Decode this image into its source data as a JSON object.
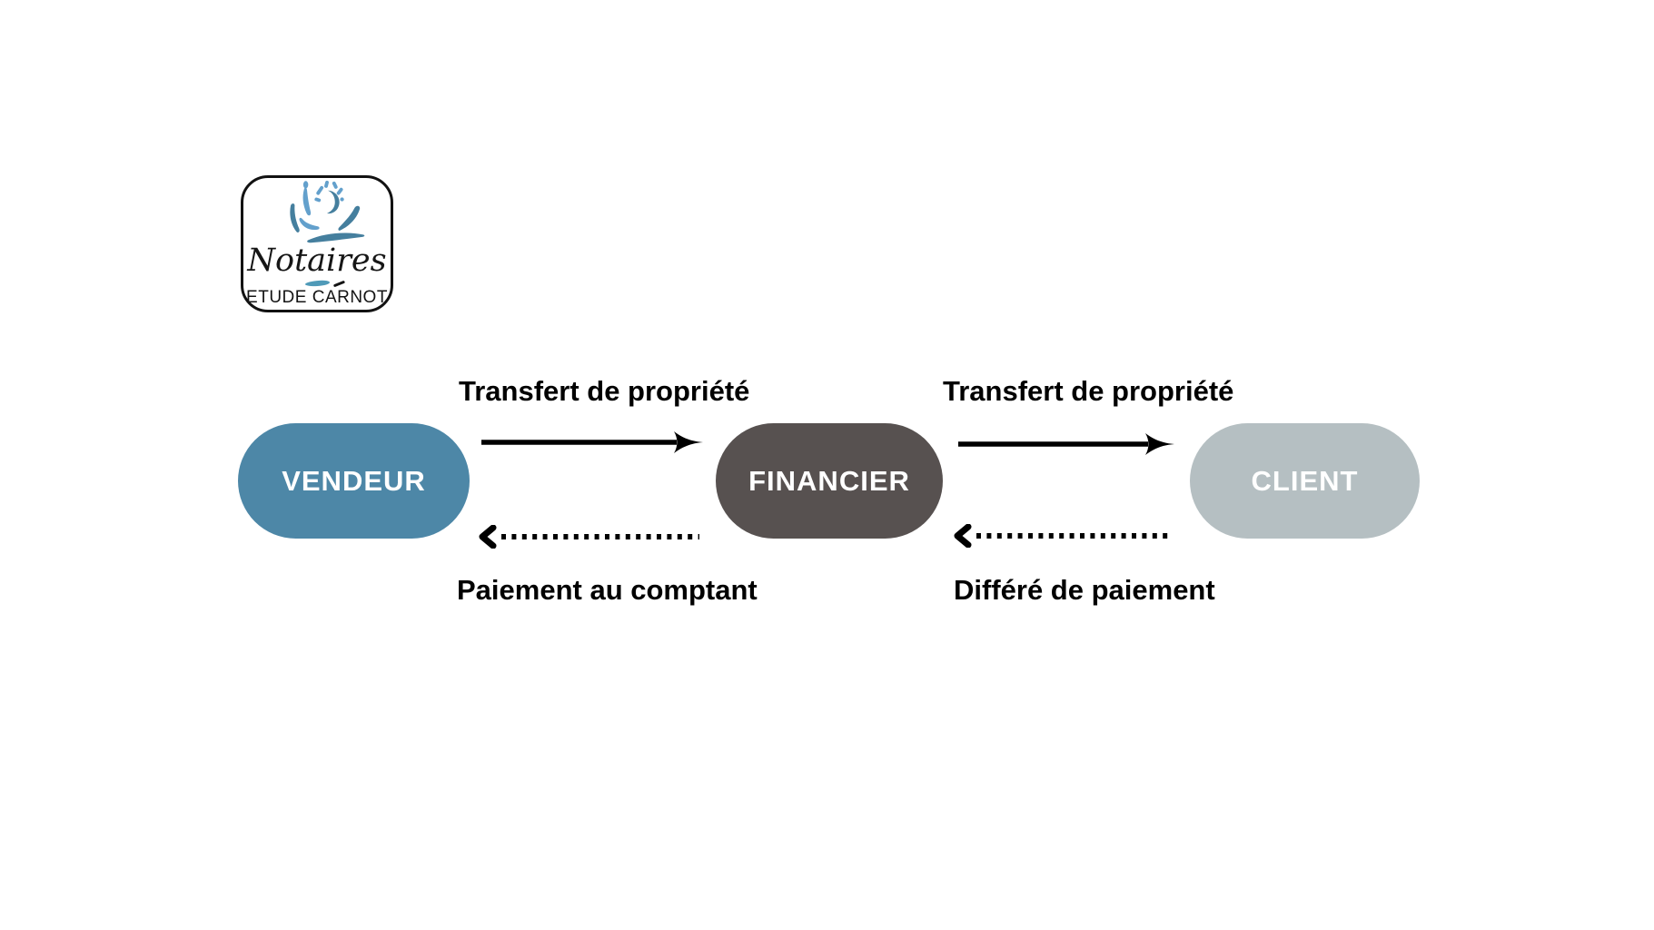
{
  "canvas": {
    "background": "#ffffff"
  },
  "logo": {
    "title": "Notaires",
    "subtitle": "ETUDE CARNOT",
    "colors": {
      "border": "#121212",
      "figure_blue_light": "#63a0cc",
      "figure_blue_dark": "#457f9e",
      "dash_teal": "#4f9ab8",
      "text": "#141414"
    }
  },
  "diagram": {
    "nodes": [
      {
        "id": "vendeur",
        "label": "VENDEUR",
        "color": "#4d87a7",
        "text_color": "#ffffff"
      },
      {
        "id": "financier",
        "label": "FINANCIER",
        "color": "#575150",
        "text_color": "#ffffff"
      },
      {
        "id": "client",
        "label": "CLIENT",
        "color": "#b5bfc2",
        "text_color": "#ffffff"
      }
    ],
    "edges": [
      {
        "from": "VENDEUR",
        "to": "FINANCIER",
        "label": "Transfert de propriété",
        "style": "solid",
        "direction": "right"
      },
      {
        "from": "FINANCIER",
        "to": "VENDEUR",
        "label": "Paiement au comptant",
        "style": "dotted",
        "direction": "left"
      },
      {
        "from": "FINANCIER",
        "to": "CLIENT",
        "label": "Transfert de propriété",
        "style": "solid",
        "direction": "right"
      },
      {
        "from": "CLIENT",
        "to": "FINANCIER",
        "label": "Différé de paiement",
        "style": "dotted",
        "direction": "left"
      }
    ],
    "arrow_color": "#000000",
    "label_color": "#000000"
  }
}
